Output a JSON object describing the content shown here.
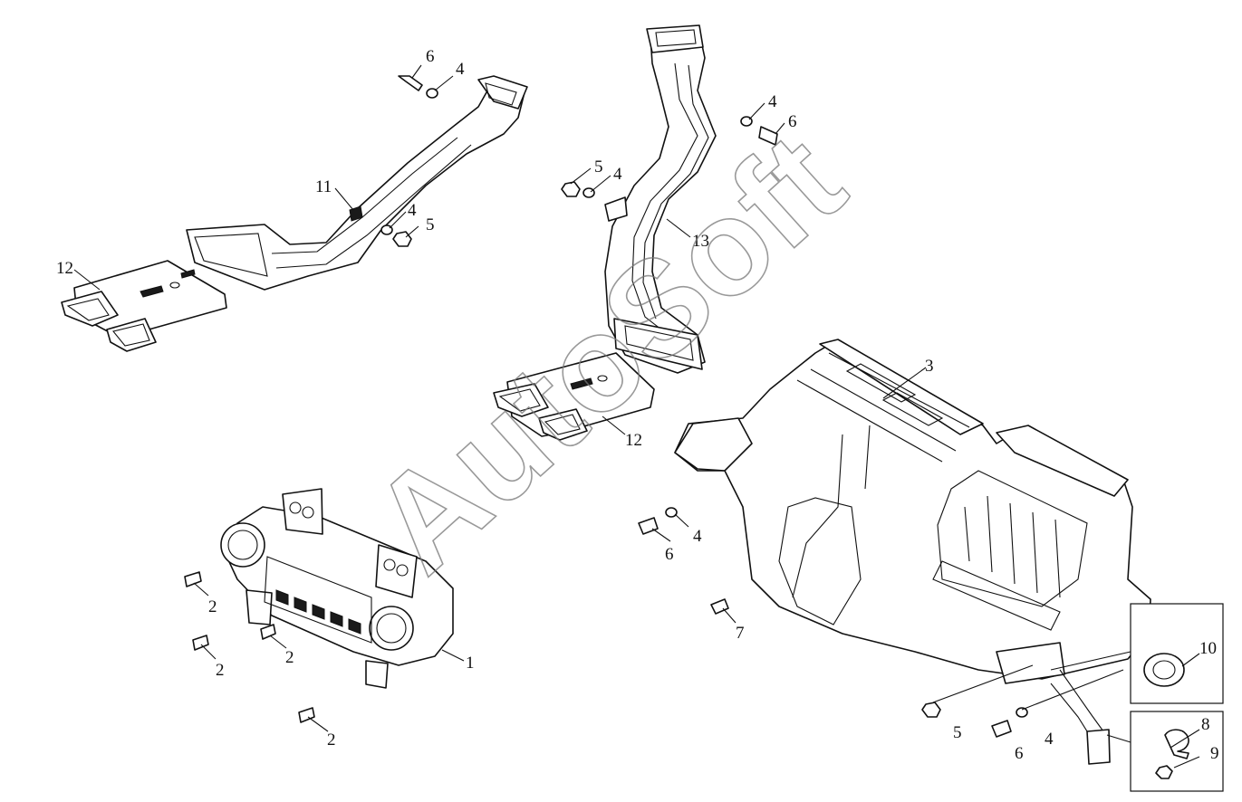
{
  "watermark": "AutoSoft",
  "callouts": [
    {
      "id": "c6a",
      "label": "6"
    },
    {
      "id": "c4a",
      "label": "4"
    },
    {
      "id": "c11",
      "label": "11"
    },
    {
      "id": "c4b",
      "label": "4"
    },
    {
      "id": "c5a",
      "label": "5"
    },
    {
      "id": "c12a",
      "label": "12"
    },
    {
      "id": "c4c",
      "label": "4"
    },
    {
      "id": "c6b",
      "label": "6"
    },
    {
      "id": "c5b",
      "label": "5"
    },
    {
      "id": "c4d",
      "label": "4"
    },
    {
      "id": "c13",
      "label": "13"
    },
    {
      "id": "c12b",
      "label": "12"
    },
    {
      "id": "c3",
      "label": "3"
    },
    {
      "id": "c4e",
      "label": "4"
    },
    {
      "id": "c6c",
      "label": "6"
    },
    {
      "id": "c7",
      "label": "7"
    },
    {
      "id": "c2a",
      "label": "2"
    },
    {
      "id": "c2b",
      "label": "2"
    },
    {
      "id": "c2c",
      "label": "2"
    },
    {
      "id": "c2d",
      "label": "2"
    },
    {
      "id": "c1",
      "label": "1"
    },
    {
      "id": "c10",
      "label": "10"
    },
    {
      "id": "c5c",
      "label": "5"
    },
    {
      "id": "c4f",
      "label": "4"
    },
    {
      "id": "c6d",
      "label": "6"
    },
    {
      "id": "c8",
      "label": "8"
    },
    {
      "id": "c9",
      "label": "9"
    }
  ]
}
